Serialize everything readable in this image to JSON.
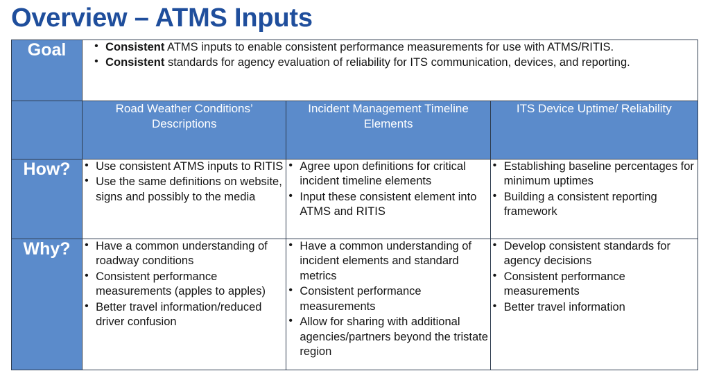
{
  "slide": {
    "title": "Overview – ATMS Inputs",
    "title_color": "#1F4E9C",
    "accent_color": "#5B8BCB",
    "border_color": "#2D3B4E",
    "text_color": "#151515"
  },
  "table": {
    "row_labels": {
      "goal": "Goal",
      "header_blank": "",
      "how": "How?",
      "why": "Why?"
    },
    "column_headers": [
      "Road Weather Conditions’ Descriptions",
      "Incident Management Timeline Elements",
      "ITS Device Uptime/ Reliability"
    ],
    "goal": {
      "bullets": [
        {
          "bold": "Consistent",
          "rest": " ATMS inputs to enable consistent performance measurements for use with ATMS/RITIS."
        },
        {
          "bold": "Consistent",
          "rest": " standards for agency evaluation of reliability for ITS communication, devices, and reporting."
        }
      ]
    },
    "how": {
      "road_weather": [
        "Use consistent ATMS inputs to RITIS",
        "Use the same definitions on website, signs and possibly to the media"
      ],
      "incident_management": [
        "Agree upon definitions for critical incident timeline elements",
        "Input these consistent element into ATMS and RITIS"
      ],
      "its_device": [
        "Establishing baseline percentages for minimum uptimes",
        "Building a consistent reporting framework"
      ]
    },
    "why": {
      "road_weather": [
        "Have a common understanding of roadway conditions",
        "Consistent performance measurements (apples to apples)",
        "Better travel information/reduced driver confusion"
      ],
      "incident_management": [
        "Have a common understanding of incident elements and standard metrics",
        "Consistent performance measurements",
        "Allow for sharing with additional agencies/partners beyond the tristate region"
      ],
      "its_device": [
        "Develop consistent standards for agency decisions",
        "Consistent performance measurements",
        "Better travel information"
      ]
    }
  }
}
